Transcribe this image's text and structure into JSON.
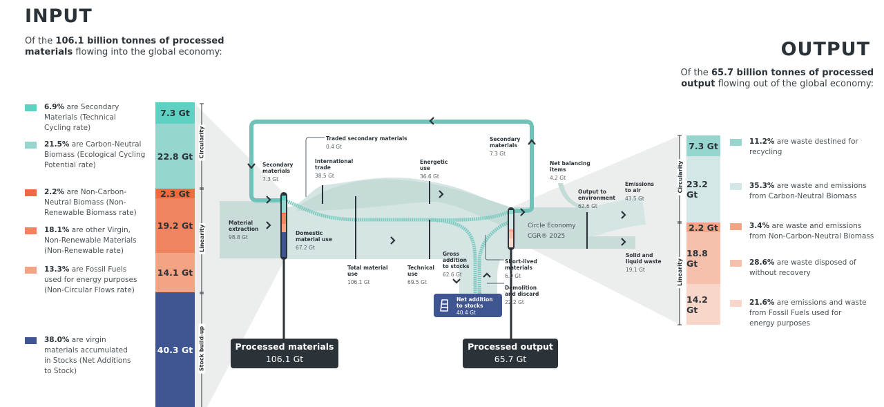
{
  "input": {
    "title": "INPUT",
    "intro_pre": "Of the ",
    "intro_bold": "106.1 billion tonnes of processed materials",
    "intro_post": " flowing into the global economy:",
    "legend": [
      {
        "pct": "6.9%",
        "text": " are Secondary Materials (Technical Cycling rate)",
        "color": "#5ed1c2"
      },
      {
        "pct": "21.5%",
        "text": " are Carbon-Neutral Biomass (Ecological Cycling Potential rate)",
        "color": "#97d6cf"
      },
      {
        "pct": "2.2%",
        "text": " are Non-Carbon-Neutral Biomass (Non-Renewable Biomass rate)",
        "color": "#ee6b3f"
      },
      {
        "pct": "18.1%",
        "text": " are other Virgin, Non-Renewable Materials (Non-Renewable rate)",
        "color": "#f08460"
      },
      {
        "pct": "13.3%",
        "text": " are Fossil Fuels used for energy purposes (Non-Circular Flows rate)",
        "color": "#f2a485"
      },
      {
        "pct": "38.0%",
        "text": " are virgin materials accumulated in Stocks (Net Additions to Stock)",
        "color": "#3f5592"
      }
    ],
    "bar": [
      {
        "label": "7.3 Gt",
        "value": 7.3,
        "color": "#5ed1c2",
        "text_color": "#2c3338"
      },
      {
        "label": "22.8 Gt",
        "value": 22.8,
        "color": "#97d6cf",
        "text_color": "#2c3338"
      },
      {
        "label": "2.3 Gt",
        "value": 2.3,
        "color": "#ee6b3f",
        "text_color": "#2c3338"
      },
      {
        "label": "19.2 Gt",
        "value": 19.2,
        "color": "#f08460",
        "text_color": "#2c3338"
      },
      {
        "label": "14.1 Gt",
        "value": 14.1,
        "color": "#f2a485",
        "text_color": "#2c3338"
      },
      {
        "label": "40.3 Gt",
        "value": 40.3,
        "color": "#3f5592",
        "text_color": "#ffffff"
      }
    ],
    "axis": {
      "circularity": "Circularity",
      "linearity": "Linearity",
      "stock": "Stock build-up"
    }
  },
  "output": {
    "title": "OUTPUT",
    "intro_pre": "Of the ",
    "intro_bold": "65.7 billion tonnes of processed output",
    "intro_post": " flowing out of the global economy:",
    "legend": [
      {
        "pct": "11.2%",
        "text": " are waste destined for recycling",
        "color": "#97d6cf"
      },
      {
        "pct": "35.3%",
        "text": " are waste and emissions from Carbon-Neutral Biomass",
        "color": "#d3e8e6"
      },
      {
        "pct": "3.4%",
        "text": " are waste and emissions from Non-Carbon-Neutral Biomass",
        "color": "#f2a485"
      },
      {
        "pct": "28.6%",
        "text": " are waste disposed of without recovery",
        "color": "#f6c1ac"
      },
      {
        "pct": "21.6%",
        "text": " are emissions and waste from Fossil Fuels used for energy purposes",
        "color": "#f9d6ca"
      }
    ],
    "bar": [
      {
        "label": "7.3 Gt",
        "value": 7.3,
        "color": "#97d6cf"
      },
      {
        "label": "23.2 Gt",
        "value": 23.2,
        "color": "#d3e8e6"
      },
      {
        "label": "2.2 Gt",
        "value": 2.2,
        "color": "#f2a485"
      },
      {
        "label": "18.8 Gt",
        "value": 18.8,
        "color": "#f6c1ac"
      },
      {
        "label": "14.2 Gt",
        "value": 14.2,
        "color": "#f9d6ca"
      }
    ],
    "axis": {
      "circularity": "Circularity",
      "linearity": "Linearity"
    }
  },
  "flow": {
    "secondary_in": {
      "label": "Secondary materials",
      "value": "7.3 Gt"
    },
    "traded_secondary": {
      "label": "Traded secondary materials",
      "value": "0.4 Gt"
    },
    "international_trade": {
      "label": "International trade",
      "value": "38.5 Gt"
    },
    "energetic_use": {
      "label": "Energetic use",
      "value": "36.6 Gt"
    },
    "secondary_out": {
      "label": "Secondary materials",
      "value": "7.3 Gt"
    },
    "net_balancing": {
      "label": "Net balancing items",
      "value": "4.2 Gt"
    },
    "output_env": {
      "label": "Output to environment",
      "value": "62.6 Gt"
    },
    "emissions_air": {
      "label": "Emissions to air",
      "value": "43.5 Gt"
    },
    "material_extraction": {
      "label": "Material extraction",
      "value": "98.8 Gt"
    },
    "domestic_use": {
      "label": "Domestic material use",
      "value": "67.2 Gt"
    },
    "total_use": {
      "label": "Total material use",
      "value": "106.1 Gt"
    },
    "technical_use": {
      "label": "Technical use",
      "value": "69.5 Gt"
    },
    "gross_addition": {
      "label": "Gross addition to stocks",
      "value": "62.6 Gt"
    },
    "short_lived": {
      "label": "Short-lived materials",
      "value": "6.9 Gt"
    },
    "demolition": {
      "label": "Demolition and discard",
      "value": "22.2 Gt"
    },
    "solid_waste": {
      "label": "Solid and liquid waste",
      "value": "19.1 Gt"
    },
    "net_addition": {
      "label": "Net addition to stocks",
      "value": "40.4 Gt"
    },
    "watermark_1": "Circle Economy",
    "watermark_2": "CGR® 2025",
    "processed_materials": {
      "label": "Processed materials",
      "value": "106.1 Gt"
    },
    "processed_output": {
      "label": "Processed output",
      "value": "65.7 Gt"
    }
  },
  "colors": {
    "teal_loop": "#6fc2b7",
    "flow_fill": "#d2e3e1",
    "flow_dark": "#c4d9d7",
    "dark": "#2b3338",
    "stocks_blue": "#3f5592"
  }
}
